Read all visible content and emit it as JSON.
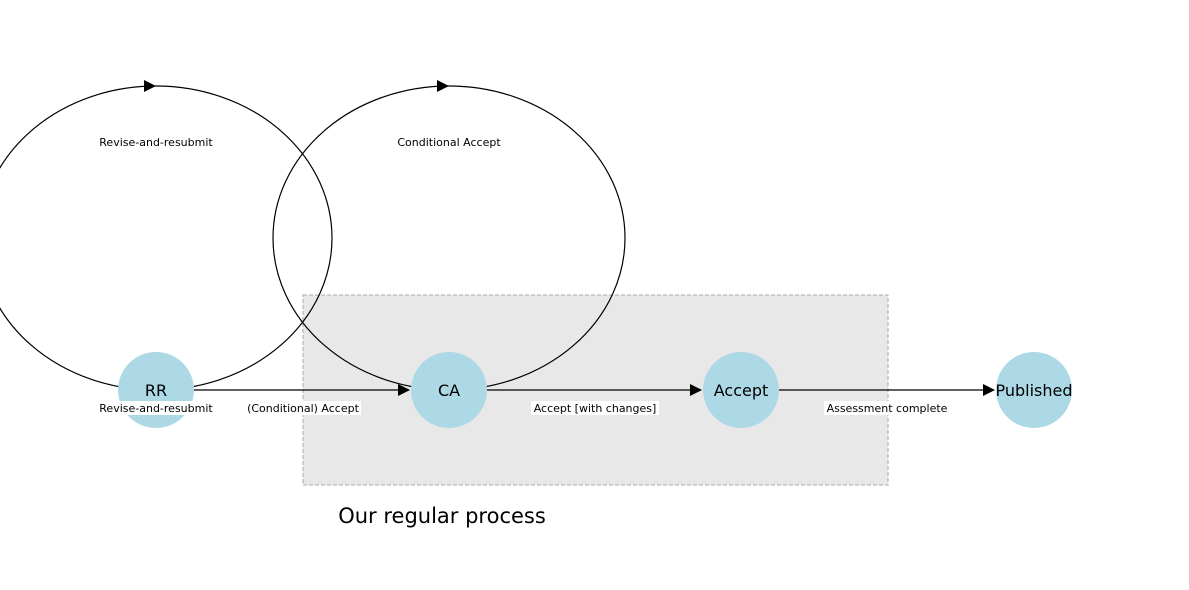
{
  "diagram": {
    "caption": "Our regular process",
    "node_color": "#add8e6",
    "group_fill": "#e8e8e8",
    "group_stroke": "#aaaaaa",
    "nodes": {
      "rr": "RR",
      "ca": "CA",
      "accept": "Accept",
      "published": "Published"
    },
    "edges": {
      "rr_loop": "Revise-and-resubmit",
      "ca_loop": "Conditional Accept",
      "rr_self": "Revise-and-resubmit",
      "rr_to_ca": "(Conditional) Accept",
      "ca_to_accept": "Accept [with changes]",
      "accept_to_published": "Assessment complete"
    }
  }
}
